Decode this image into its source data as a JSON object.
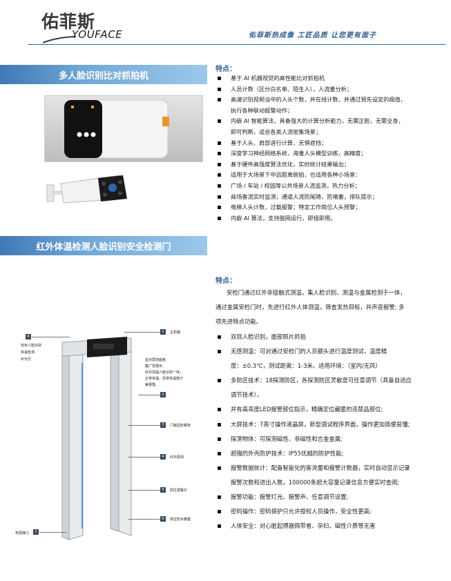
{
  "header": {
    "logo_cn": "佑菲斯",
    "logo_en": "YOUFACE",
    "slogan": "佑菲斯热成像 工匠品质 让您更有面子"
  },
  "section1": {
    "banner": "多人脸识别比对抓拍机",
    "features_title": "特点：",
    "features": [
      [
        "基于 AI 机器视觉的高性能比对抓拍机"
      ],
      [
        "人员计数（区分白名单、陌生人），人流量分析；"
      ],
      [
        "高速识别视频当中的人头个数，并在线计数，并通过预先设定的阈值，",
        "执行各种联动报警动作；"
      ],
      [
        "内嵌 AI 智能算法，具备强大的计算分析能力，无需正脸，无需全身，",
        "即可判断，适合各类人流密集场景；"
      ],
      [
        "基于人头、肩部进行计算，无惧遮挡；"
      ],
      [
        "深度学习神经网络系统，海量人头模型训练，高精度；"
      ],
      [
        "基于硬件高强度算法优化，实时统计结果输出；"
      ],
      [
        "适用于大场景下中远距离俯拍，也适用各种小场景："
      ],
      [
        "广场 / 车站 / 校园等公共场景人流监测，热力分析；"
      ],
      [
        "商场客流实时监测；通道人流防尾随，防堵塞，排队提示；"
      ],
      [
        "电梯人头计数，过载报警；特定工作岗位人头预警；"
      ],
      [
        "内嵌 AI 算法，支持脱网运行，即插即用。"
      ]
    ]
  },
  "section2": {
    "banner": "红外体温检测人脸识别安全检测门",
    "features_title": "特点：",
    "intro": "安检门通过红外非接触式测温，集人脸识别、测温与金属检测于一体，通过金属安检门时，先进行红外人体测温，筛查发热目标，并声音报警; 多项先进特点功能。",
    "intro_lines": [
      "安检门通过红外非接触式测温，集人脸识别、测温与金属检测于一体，",
      "通过金属安检门时，先进行红外人体测温，筛查发热目标，并声音报警; 多",
      "项先进特点功能。"
    ],
    "features": [
      [
        "双目人脸识别，面部照片抓拍"
      ],
      [
        "无感测温：可对通过安检门的人员额头进行温度测试，温度精",
        "度：±0.3℃，测试距离：1-3米。适用环境：（室内/无风）"
      ],
      [
        "多防区技术：18探测防区，各探测防区灵敏度可任意调节（具备自适应",
        "调节技术），"
      ],
      [
        "并有高亮度LED报警部位指示，精确定位藏匿的违禁品部位;"
      ],
      [
        "大屏技术：7英寸操作液晶屏，新型调试程序界面，操作更加简便易懂;"
      ],
      [
        "探测物体：可探测磁性、非磁性和合金金属;"
      ],
      [
        "超强的外壳防护技术：IP55优越的防护性能;"
      ],
      [
        "报警数据统计：配备智能化的客流量和报警计数器，实时自动显示记录",
        "报警次数和进出人数，100000条超大容量记录信息方便实时查阅;"
      ],
      [
        "报警功能：报警灯光、报警声、任意调节设置;"
      ],
      [
        "密码操作：密码保护只允许授权人员操作，安全性更高;"
      ],
      [
        "人体安全：对心脏起搏器佩带者、孕妇、磁性介质等无害"
      ]
    ],
    "gate_callouts": {
      "left_top_num": "8",
      "left_top_label": [
        "双目人脸识别",
        "体温检测",
        "补光灯"
      ],
      "c1_num": "1",
      "c1_label": "主机箱",
      "c2_text": [
        "显示屏前面板",
        "集广告展示、",
        "红外测温人脸识别一体；",
        "正常体温，异常体温按计",
        "每报警。"
      ],
      "c2_num": "2",
      "c3_num": "3",
      "c3_label": "门板固定螺栓",
      "c4_num": "4",
      "c4_label": "红外探测",
      "c5_num": "5",
      "c5_label": "防区报警灯",
      "c6_num": "6",
      "c6_label": "高位防水脚套",
      "c7_num": "7",
      "c7_label": "电源接口"
    }
  },
  "colors": {
    "accent_blue": "#2f5e92",
    "banner_start": "#3f78b5",
    "banner_end": "#9ec8ea",
    "callout_box": "#3a4a5a"
  }
}
